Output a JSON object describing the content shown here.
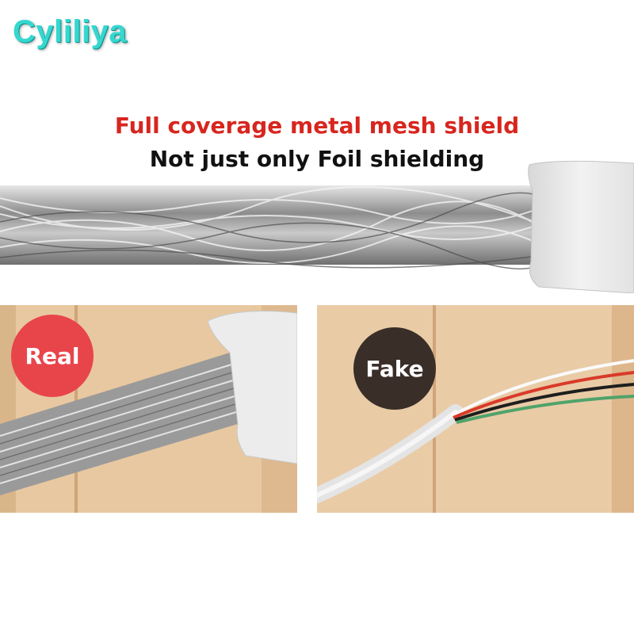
{
  "brand": {
    "name": "Cyliliya"
  },
  "headline": {
    "primary": "Full coverage metal mesh shield",
    "secondary": "Not just only Foil shielding"
  },
  "comparison": {
    "real_label": "Real",
    "fake_label": "Fake"
  },
  "colors": {
    "brand": "#34d8d0",
    "primary_text": "#d7261e",
    "secondary_text": "#111111",
    "real_badge": "#e8454b",
    "fake_badge": "#3a2e28"
  }
}
